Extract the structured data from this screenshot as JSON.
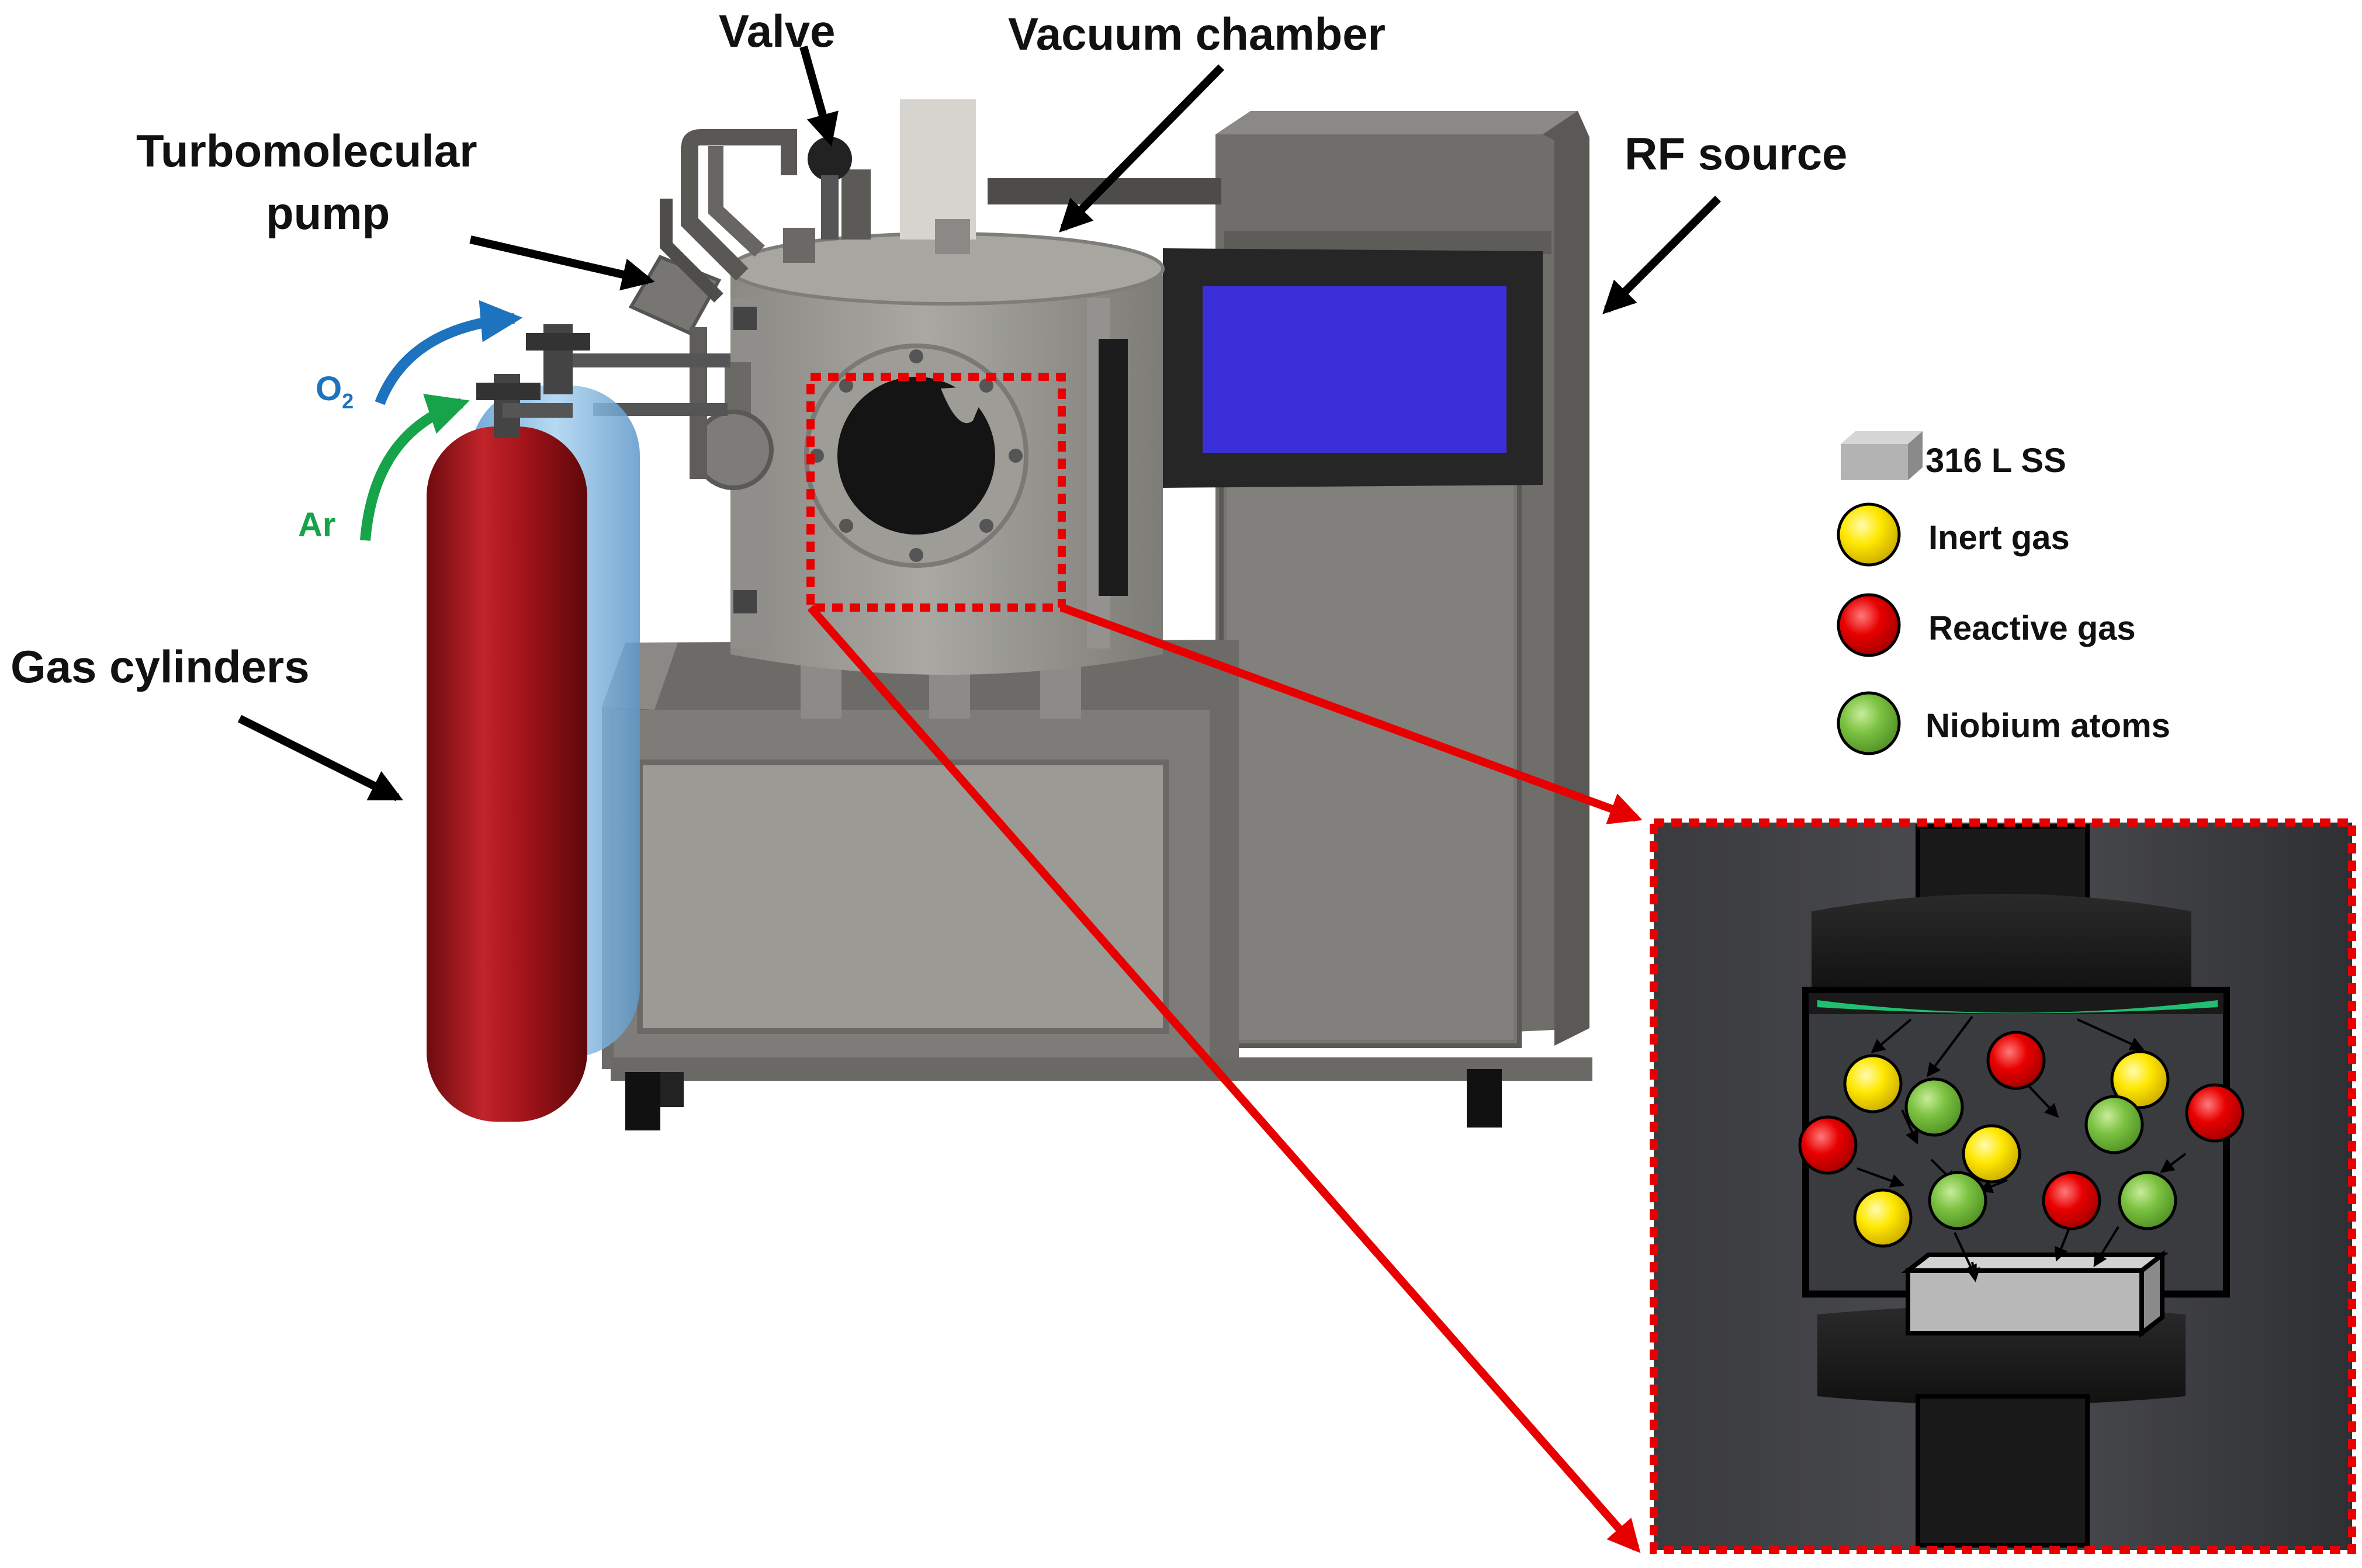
{
  "labels": {
    "valve": "Valve",
    "vacuum_chamber": "Vacuum chamber",
    "turbo_line1": "Turbomolecular",
    "turbo_line2": "pump",
    "rf_source": "RF source",
    "gas_cylinders": "Gas cylinders",
    "o2_main": "O",
    "o2_sub": "2",
    "ar": "Ar"
  },
  "legend": {
    "items": [
      {
        "label": "316 L SS",
        "icon": "steel-block-icon",
        "color": "#b9b9b9"
      },
      {
        "label": "Inert gas",
        "icon": "yellow-sphere-icon",
        "color": "#ffe800"
      },
      {
        "label": "Reactive gas",
        "icon": "red-sphere-icon",
        "color": "#e80000"
      },
      {
        "label": "Niobium atoms",
        "icon": "green-sphere-icon",
        "color": "#7cc242"
      }
    ]
  },
  "colors": {
    "o2_arrow": "#1e73be",
    "ar_arrow": "#16a34a",
    "zoom_line": "#e80000",
    "cylinder_red": "#a3141a",
    "cylinder_blue": "#8fc3e8",
    "machine_gray": "#7a7a76",
    "screen_blue": "#3b30d8"
  }
}
